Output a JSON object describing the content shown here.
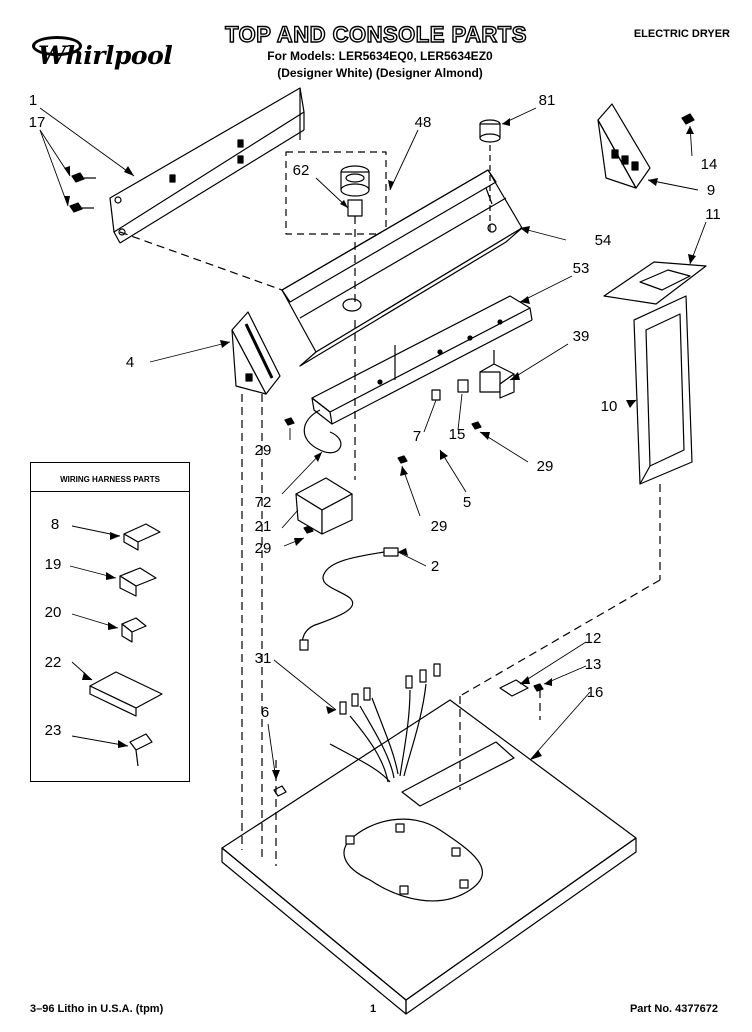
{
  "header": {
    "brand": "Whirlpool",
    "title": "TOP AND CONSOLE PARTS",
    "models_line": "For Models: LER5634EQ0, LER5634EZ0",
    "finish_line": "(Designer White)  (Designer Almond)",
    "doc_type": "ELECTRIC DRYER"
  },
  "legend": {
    "title": "WIRING HARNESS PARTS"
  },
  "callouts": {
    "c1": "1",
    "c17": "17",
    "c48": "48",
    "c62": "62",
    "c81": "81",
    "c14": "14",
    "c9": "9",
    "c11": "11",
    "c54": "54",
    "c53": "53",
    "c39": "39",
    "c4": "4",
    "c10": "10",
    "c7": "7",
    "c15": "15",
    "c29a": "29",
    "c29b": "29",
    "c29c": "29",
    "c29d": "29",
    "c72": "72",
    "c21": "21",
    "c5": "5",
    "c2": "2",
    "c8": "8",
    "c19": "19",
    "c20": "20",
    "c22": "22",
    "c23": "23",
    "c12": "12",
    "c13": "13",
    "c16": "16",
    "c31": "31",
    "c6": "6"
  },
  "footer": {
    "print_info": "3–96 Litho in U.S.A. (tpm)",
    "page_number": "1",
    "part_number": "Part No. 4377672"
  }
}
